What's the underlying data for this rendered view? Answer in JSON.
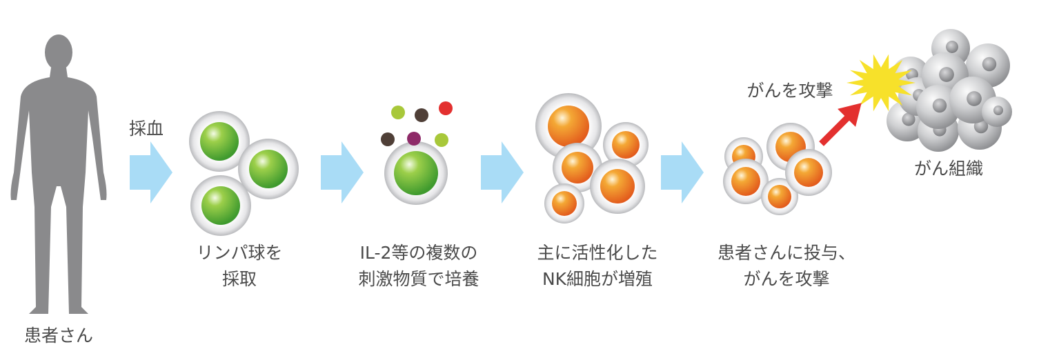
{
  "labels": {
    "patient": "患者さん",
    "blood_draw": "採血",
    "step1": [
      "リンパ球を",
      "採取"
    ],
    "step2": [
      "IL-2等の複数の",
      "刺激物質で培養"
    ],
    "step3": [
      "主に活性化した",
      "NK細胞が増殖"
    ],
    "step4": [
      "患者さんに投与、",
      "がんを攻撃"
    ],
    "attack": "がんを攻撃",
    "tumor": "がん組織"
  },
  "colors": {
    "arrow_blue": "#a9dcf6",
    "attack_red": "#e3302f",
    "burst_yellow": "#f7e12a",
    "silhouette": "#8a8a8c",
    "text": "#4a4a4a"
  }
}
